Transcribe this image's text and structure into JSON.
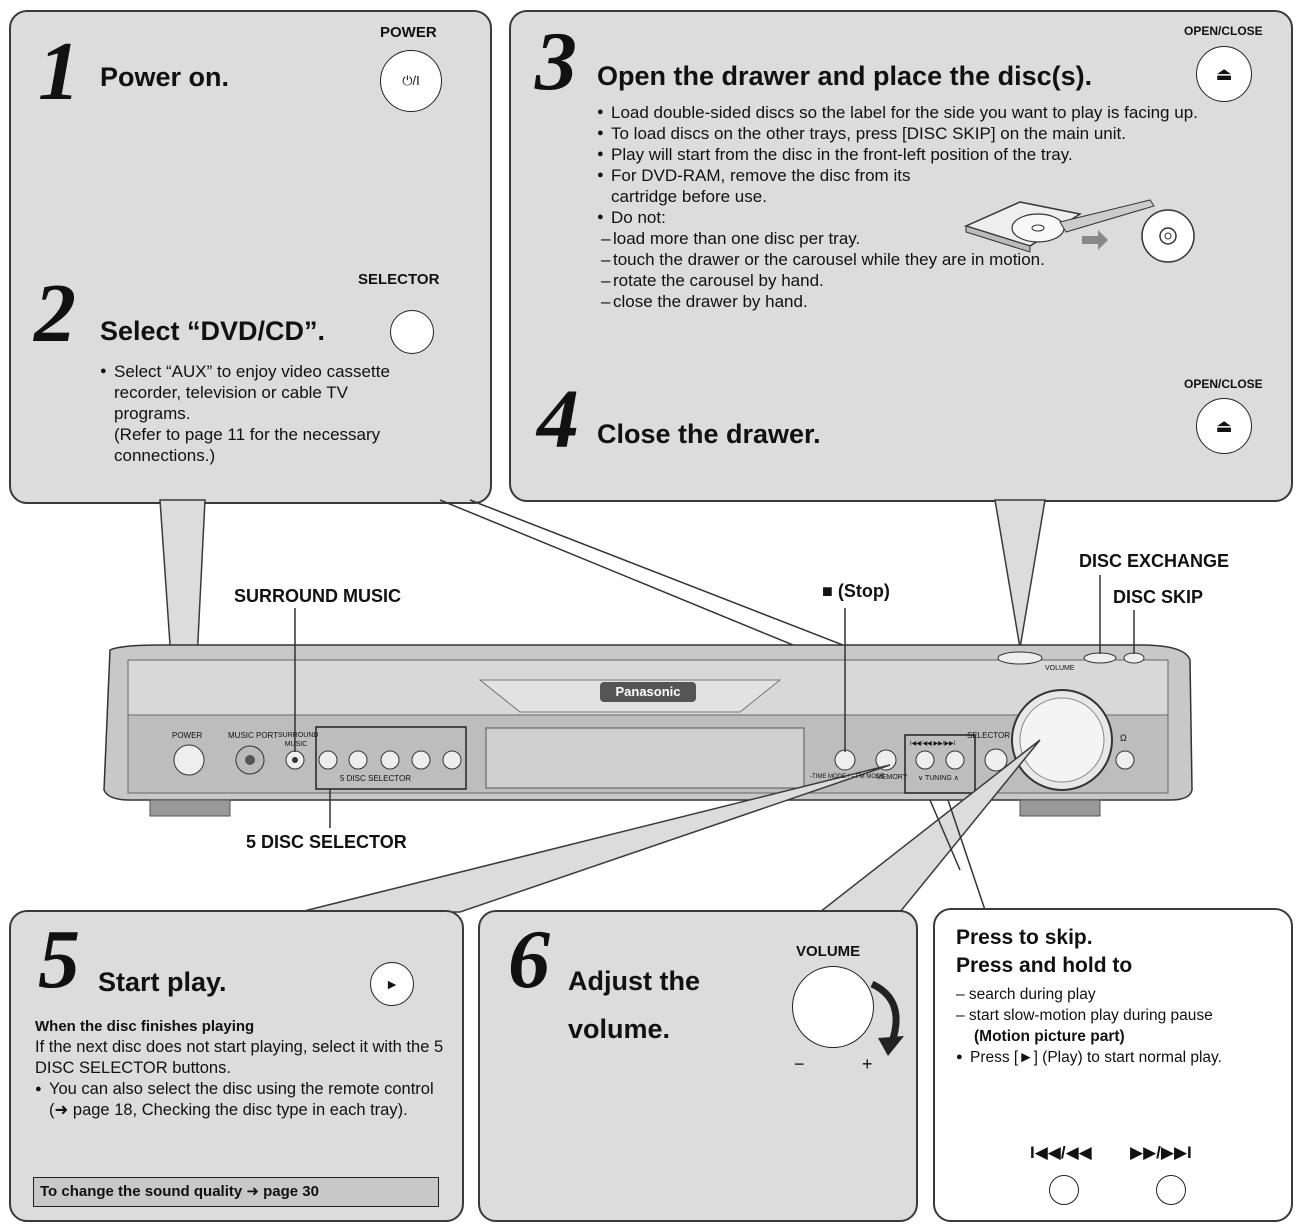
{
  "step1": {
    "number": "1",
    "title": "Power on.",
    "button_label": "POWER",
    "button_glyph": "⏻/I"
  },
  "step2": {
    "number": "2",
    "title": "Select “DVD/CD”.",
    "button_label": "SELECTOR",
    "bullet": "Select “AUX” to enjoy video cassette recorder, television or cable TV programs.",
    "note": "(Refer to page 11 for the necessary connections.)"
  },
  "step3": {
    "number": "3",
    "title": "Open the drawer and place the disc(s).",
    "button_label": "OPEN/CLOSE",
    "bullets": [
      "Load double-sided discs so the label for the side you want to play is facing up.",
      "To load discs on the other trays, press [DISC SKIP] on the main unit.",
      "Play will start from the disc in the front-left position of the tray.",
      "For DVD-RAM, remove the disc from its cartridge before use.",
      "Do not:"
    ],
    "donots": [
      "load more than one disc per tray.",
      "touch the drawer or the carousel while they are in motion.",
      "rotate the carousel by hand.",
      "close the drawer by hand."
    ]
  },
  "step4": {
    "number": "4",
    "title": "Close the drawer.",
    "button_label": "OPEN/CLOSE"
  },
  "step5": {
    "number": "5",
    "title": "Start play.",
    "subhead": "When the disc finishes playing",
    "text": "If the next disc does not start playing, select it with the 5 DISC SELECTOR buttons.",
    "bullet": "You can also select the disc using the remote control (➜ page 18, Checking the disc type in each tray).",
    "box": "To change the sound quality ➜ page 30"
  },
  "step6": {
    "number": "6",
    "title_line1": "Adjust the",
    "title_line2": "volume.",
    "knob_label": "VOLUME",
    "minus": "−",
    "plus": "+"
  },
  "skip_panel": {
    "title_line1": "Press to skip.",
    "title_line2": "Press and hold to",
    "items": [
      "– search during play",
      "– start slow-motion play during pause"
    ],
    "bold_item": "(Motion picture part)",
    "bullet": "Press [►] (Play) to start normal play.",
    "prev_label": "I◀◀/◀◀",
    "next_label": "▶▶/▶▶I"
  },
  "callouts": {
    "surround_music": "SURROUND MUSIC",
    "stop": "■ (Stop)",
    "disc_exchange": "DISC EXCHANGE",
    "disc_skip": "DISC SKIP",
    "five_disc_selector": "5 DISC SELECTOR"
  },
  "unit": {
    "brand": "Panasonic",
    "power": "POWER",
    "music_port": "MUSIC  PORT",
    "surround": "SURROUND MUSIC",
    "five_disc": "5 DISC SELECTOR",
    "selector": "SELECTOR",
    "volume": "VOLUME",
    "tuning": "∨ TUNING ∧",
    "memory": "MEMORY",
    "fm_mode": "-TIME MODE / – FM MODE",
    "headphone": "Ω",
    "skip_buttons": "I◀◀/◀◀  ▶▶/▶▶I"
  }
}
